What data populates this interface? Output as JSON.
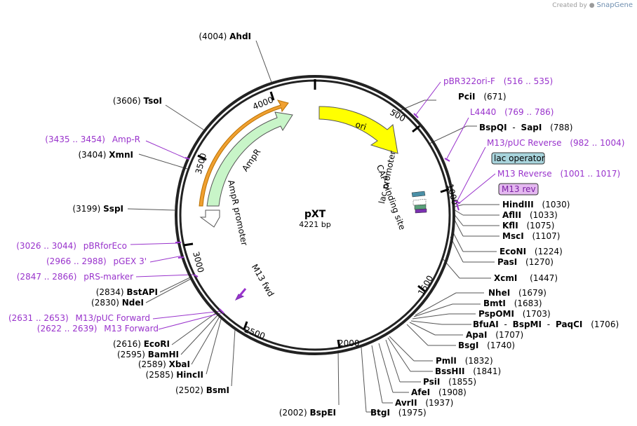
{
  "watermark": {
    "prefix": "Created by",
    "brand": "SnapGene"
  },
  "plasmid": {
    "name": "pXT",
    "length_label": "4221 bp"
  },
  "ticks": [
    "500",
    "1000",
    "1500",
    "2000",
    "2500",
    "3000",
    "3500",
    "4000"
  ],
  "map_features": {
    "amp_label": "AmpR",
    "amp_promoter": "AmpR promoter",
    "ori": "ori",
    "cap": "CAP binding site",
    "lac_promoter": "lac promoter",
    "m13_fwd": "M13 fwd"
  },
  "enzymes": [
    {
      "pos": "(4004)",
      "name": "AhdI"
    },
    {
      "pos": "(3606)",
      "name": "TsoI"
    },
    {
      "pos": "(3404)",
      "name": "XmnI"
    },
    {
      "pos": "(3199)",
      "name": "SspI"
    },
    {
      "pos": "(2834)",
      "name": "BstAPI"
    },
    {
      "pos": "(2830)",
      "name": "NdeI"
    },
    {
      "pos": "(2616)",
      "name": "EcoRI"
    },
    {
      "pos": "(2595)",
      "name": "BamHI"
    },
    {
      "pos": "(2589)",
      "name": "XbaI"
    },
    {
      "pos": "(2585)",
      "name": "HincII"
    },
    {
      "pos": "(2502)",
      "name": "BsmI"
    },
    {
      "pos": "(2002)",
      "name": "BspEI"
    },
    {
      "name": "PciI",
      "pos": "(671)"
    },
    {
      "name": "BspQI",
      "sep": "-",
      "name2": "SapI",
      "pos": "(788)"
    },
    {
      "name": "HindIII",
      "pos": "(1030)"
    },
    {
      "name": "AflII",
      "pos": "(1033)"
    },
    {
      "name": "KflI",
      "pos": "(1075)"
    },
    {
      "name": "MscI",
      "pos": "(1107)"
    },
    {
      "name": "EcoNI",
      "pos": "(1224)"
    },
    {
      "name": "PasI",
      "pos": "(1270)"
    },
    {
      "name": "XcmI",
      "pos": "(1447)"
    },
    {
      "name": "NheI",
      "pos": "(1679)"
    },
    {
      "name": "BmtI",
      "pos": "(1683)"
    },
    {
      "name": "PspOMI",
      "pos": "(1703)"
    },
    {
      "name": "BfuAI",
      "sep": "-",
      "name2": "BspMI",
      "sep2": "-",
      "name3": "PaqCI",
      "pos": "(1706)"
    },
    {
      "name": "ApaI",
      "pos": "(1707)"
    },
    {
      "name": "BsgI",
      "pos": "(1740)"
    },
    {
      "name": "PmlI",
      "pos": "(1832)"
    },
    {
      "name": "BssHII",
      "pos": "(1841)"
    },
    {
      "name": "PsiI",
      "pos": "(1855)"
    },
    {
      "name": "AfeI",
      "pos": "(1908)"
    },
    {
      "name": "AvrII",
      "pos": "(1937)"
    },
    {
      "name": "BtgI",
      "pos": "(1975)"
    }
  ],
  "features": [
    {
      "name": "pBR322ori-F",
      "range": "(516 .. 535)"
    },
    {
      "name": "L4440",
      "range": "(769 .. 786)"
    },
    {
      "name": "M13/pUC Reverse",
      "range": "(982 .. 1004)"
    },
    {
      "name": "lac operator"
    },
    {
      "name": "M13 Reverse",
      "range": "(1001 .. 1017)"
    },
    {
      "name": "M13 rev"
    },
    {
      "range": "(3435 .. 3454)",
      "name": "Amp-R"
    },
    {
      "range": "(3026 .. 3044)",
      "name": "pBRforEco"
    },
    {
      "range": "(2966 .. 2988)",
      "name": "pGEX 3'"
    },
    {
      "range": "(2847 .. 2866)",
      "name": "pRS-marker"
    },
    {
      "range": "(2631 .. 2653)",
      "name": "M13/pUC Forward"
    },
    {
      "range": "(2622 .. 2639)",
      "name": "M13 Forward"
    }
  ]
}
